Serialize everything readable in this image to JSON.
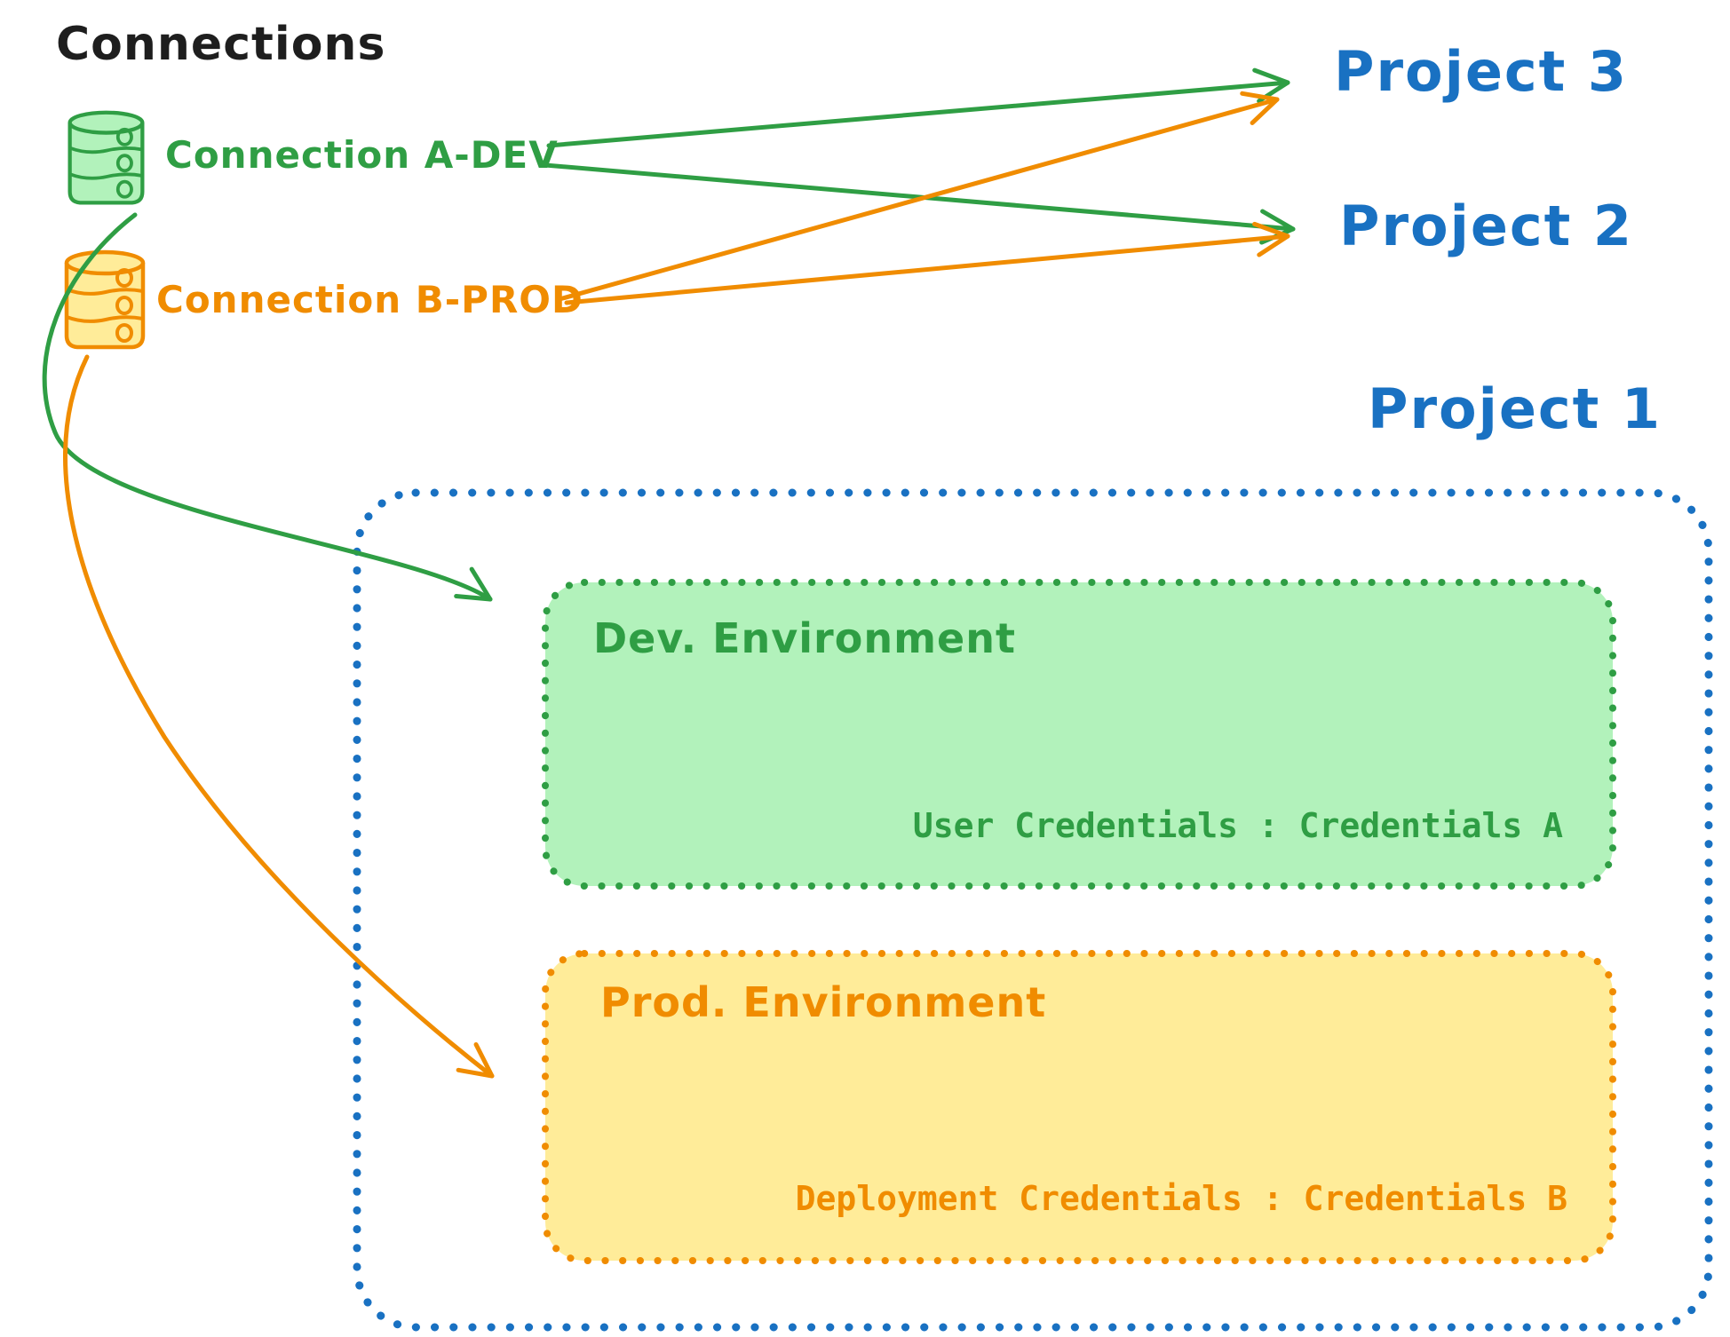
{
  "title": "Connections",
  "colors": {
    "blue": "#1971c2",
    "green": "#2f9e44",
    "green_fill": "#b2f2bb",
    "orange": "#f08c00",
    "orange_fill": "#ffec99",
    "ink": "#1e1e1e"
  },
  "connections": [
    {
      "label": "Connection A-DEV",
      "color": "green"
    },
    {
      "label": "Connection B-PROD",
      "color": "orange"
    }
  ],
  "projects": [
    {
      "label": "Project 3"
    },
    {
      "label": "Project 2"
    },
    {
      "label": "Project 1"
    }
  ],
  "project1": {
    "environments": [
      {
        "name": "Dev. Environment",
        "credentials": "User Credentials : Credentials A"
      },
      {
        "name": "Prod. Environment",
        "credentials": "Deployment Credentials : Credentials B"
      }
    ]
  },
  "edges": [
    {
      "from": "Connection A-DEV",
      "to": "Project 3"
    },
    {
      "from": "Connection A-DEV",
      "to": "Project 2"
    },
    {
      "from": "Connection A-DEV",
      "to": "Dev. Environment"
    },
    {
      "from": "Connection B-PROD",
      "to": "Project 3"
    },
    {
      "from": "Connection B-PROD",
      "to": "Project 2"
    },
    {
      "from": "Connection B-PROD",
      "to": "Prod. Environment"
    }
  ]
}
